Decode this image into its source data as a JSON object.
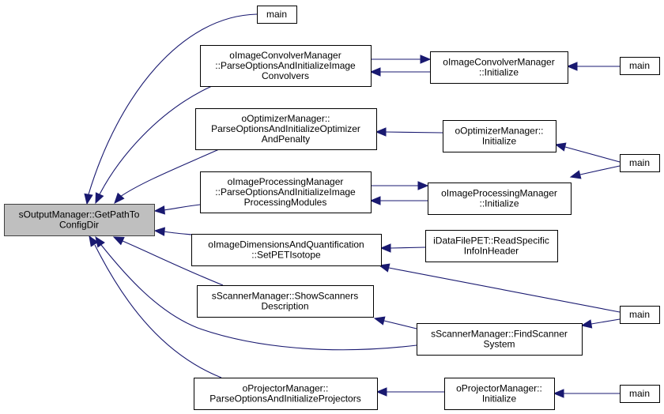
{
  "graph": {
    "title": "Caller graph of sOutputManager::GetPathToConfigDir",
    "edge_color": "#191970",
    "focus_fill": "#bfbfbf",
    "nodes": [
      {
        "id": "focus",
        "lines": [
          "sOutputManager::GetPathTo",
          "ConfigDir"
        ],
        "focus": true
      },
      {
        "id": "main1",
        "lines": [
          "main"
        ]
      },
      {
        "id": "convParse",
        "lines": [
          "oImageConvolverManager",
          "::ParseOptionsAndInitializeImage",
          "Convolvers"
        ]
      },
      {
        "id": "optParse",
        "lines": [
          "oOptimizerManager::",
          "ParseOptionsAndInitializeOptimizer",
          "AndPenalty"
        ]
      },
      {
        "id": "procParse",
        "lines": [
          "oImageProcessingManager",
          "::ParseOptionsAndInitializeImage",
          "ProcessingModules"
        ]
      },
      {
        "id": "dimIso",
        "lines": [
          "oImageDimensionsAndQuantification",
          "::SetPETIsotope"
        ]
      },
      {
        "id": "scanShow",
        "lines": [
          "sScannerManager::ShowScanners",
          "Description"
        ]
      },
      {
        "id": "projParse",
        "lines": [
          "oProjectorManager::",
          "ParseOptionsAndInitializeProjectors"
        ]
      },
      {
        "id": "convInit",
        "lines": [
          "oImageConvolverManager",
          "::Initialize"
        ]
      },
      {
        "id": "optInit",
        "lines": [
          "oOptimizerManager::",
          "Initialize"
        ]
      },
      {
        "id": "procInit",
        "lines": [
          "oImageProcessingManager",
          "::Initialize"
        ]
      },
      {
        "id": "dataRead",
        "lines": [
          "iDataFilePET::ReadSpecific",
          "InfoInHeader"
        ]
      },
      {
        "id": "scanFind",
        "lines": [
          "sScannerManager::FindScanner",
          "System"
        ]
      },
      {
        "id": "projInit",
        "lines": [
          "oProjectorManager::",
          "Initialize"
        ]
      },
      {
        "id": "main2",
        "lines": [
          "main"
        ]
      },
      {
        "id": "main3",
        "lines": [
          "main"
        ]
      },
      {
        "id": "main4",
        "lines": [
          "main"
        ]
      },
      {
        "id": "main5",
        "lines": [
          "main"
        ]
      }
    ],
    "edges": [
      {
        "from": "main1",
        "to": "focus"
      },
      {
        "from": "convParse",
        "to": "focus"
      },
      {
        "from": "optParse",
        "to": "focus"
      },
      {
        "from": "procParse",
        "to": "focus"
      },
      {
        "from": "dimIso",
        "to": "focus"
      },
      {
        "from": "scanShow",
        "to": "focus"
      },
      {
        "from": "scanFind",
        "to": "focus"
      },
      {
        "from": "projParse",
        "to": "focus"
      },
      {
        "from": "convParse",
        "to": "convInit"
      },
      {
        "from": "convInit",
        "to": "convParse"
      },
      {
        "from": "optInit",
        "to": "optParse"
      },
      {
        "from": "procParse",
        "to": "procInit"
      },
      {
        "from": "procInit",
        "to": "procParse"
      },
      {
        "from": "dataRead",
        "to": "dimIso"
      },
      {
        "from": "main4",
        "to": "dimIso"
      },
      {
        "from": "scanFind",
        "to": "scanShow"
      },
      {
        "from": "projInit",
        "to": "projParse"
      },
      {
        "from": "main2",
        "to": "convInit"
      },
      {
        "from": "main3",
        "to": "optInit"
      },
      {
        "from": "main3",
        "to": "procInit"
      },
      {
        "from": "main4",
        "to": "scanFind"
      },
      {
        "from": "main5",
        "to": "projInit"
      }
    ]
  }
}
